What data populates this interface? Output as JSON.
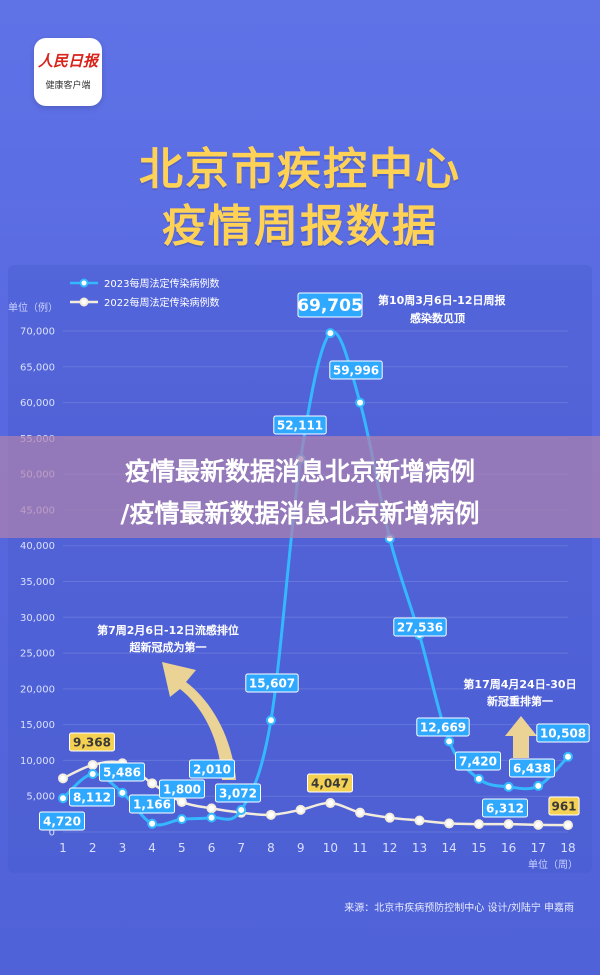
{
  "header": {
    "logo_brand": "人民日报",
    "logo_sub": "健康客户端",
    "title_line1": "北京市疾控中心",
    "title_line2": "疫情周报数据"
  },
  "banner": {
    "line1": "疫情最新数据消息北京新增病例",
    "line2": "/疫情最新数据消息北京新增病例"
  },
  "source": "来源：北京市疾病预防控制中心  设计/刘陆宁 申嘉雨",
  "colors": {
    "series_2023": "#34b8ff",
    "series_2022": "#f3ecdc",
    "label_2022": "#f4d152",
    "arrow": "#f2d990"
  },
  "chart_data": {
    "type": "line",
    "ylabel": "单位（例）",
    "xlabel": "单位（周）",
    "ylim": [
      0,
      70000
    ],
    "xlim": [
      1,
      18
    ],
    "yticks": [
      "0",
      "5,000",
      "10,000",
      "15,000",
      "20,000",
      "25,000",
      "30,000",
      "35,000",
      "40,000",
      "45,000",
      "50,000",
      "55,000",
      "60,000",
      "65,000",
      "70,000"
    ],
    "x": [
      1,
      2,
      3,
      4,
      5,
      6,
      7,
      8,
      9,
      10,
      11,
      12,
      13,
      14,
      15,
      16,
      17,
      18
    ],
    "series": [
      {
        "name": "2023每周法定传染病例数",
        "values": [
          4720,
          8112,
          5486,
          1166,
          1800,
          2010,
          3072,
          15607,
          52111,
          69705,
          59996,
          41000,
          27536,
          12669,
          7420,
          6312,
          6438,
          10508
        ],
        "labels": [
          "4,720",
          "8,112",
          "5,486",
          "1,166",
          "1,800",
          "2,010",
          "3,072",
          "15,607",
          "52,111",
          "69,705",
          "59,996",
          "",
          "27,536",
          "12,669",
          "7,420",
          "6,312",
          "6,438",
          "10,508"
        ]
      },
      {
        "name": "2022每周法定传染病例数",
        "values": [
          7500,
          9368,
          9600,
          6800,
          4200,
          3300,
          2700,
          2400,
          3100,
          4047,
          2700,
          2000,
          1600,
          1200,
          1100,
          1100,
          1000,
          961
        ],
        "labels": [
          "",
          "9,368",
          "",
          "",
          "",
          "",
          "",
          "",
          "",
          "4,047",
          "",
          "",
          "",
          "",
          "",
          "",
          "",
          "961"
        ]
      }
    ],
    "annotations": [
      {
        "line1": "第10周3月6日-12日周报",
        "line2": "感染数见顶"
      },
      {
        "line1": "第7周2月6日-12日流感排位",
        "line2": "超新冠成为第一"
      },
      {
        "line1": "第17周4月24日-30日",
        "line2": "新冠重排第一"
      }
    ]
  }
}
